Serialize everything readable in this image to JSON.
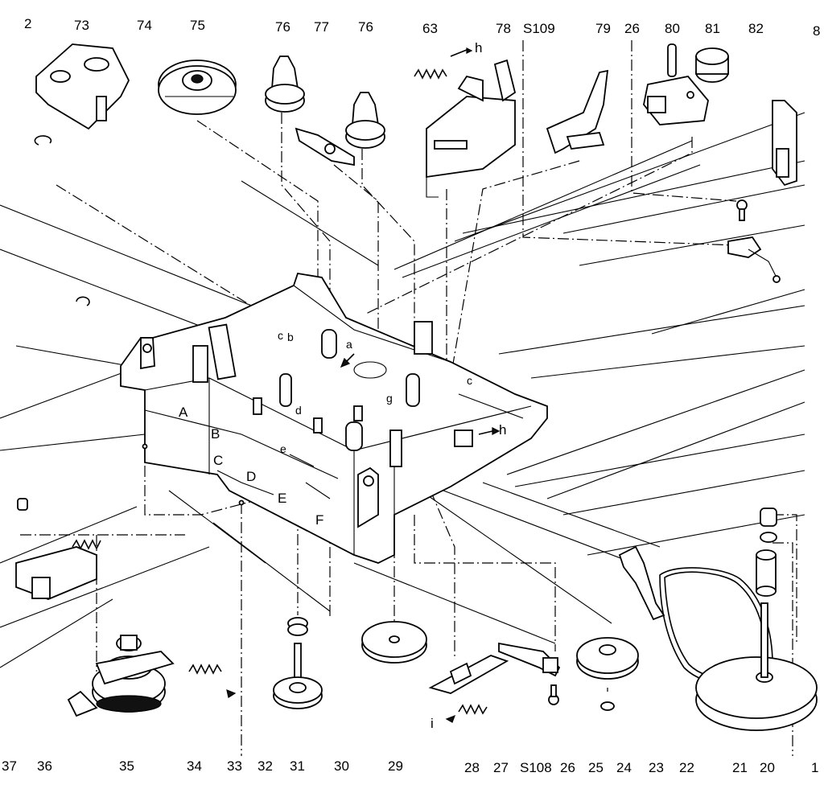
{
  "diagram": {
    "top_labels": [
      {
        "id": "z",
        "text": "2"
      },
      {
        "id": "73",
        "text": "73"
      },
      {
        "id": "74",
        "text": "74"
      },
      {
        "id": "75",
        "text": "75"
      },
      {
        "id": "76a",
        "text": "76"
      },
      {
        "id": "77",
        "text": "77"
      },
      {
        "id": "76b",
        "text": "76"
      },
      {
        "id": "63",
        "text": "63"
      },
      {
        "id": "78",
        "text": "78"
      },
      {
        "id": "s109",
        "text": "S109"
      },
      {
        "id": "79",
        "text": "79"
      },
      {
        "id": "26t",
        "text": "26"
      },
      {
        "id": "80",
        "text": "80"
      },
      {
        "id": "81",
        "text": "81"
      },
      {
        "id": "82",
        "text": "82"
      },
      {
        "id": "8",
        "text": "8"
      }
    ],
    "bottom_labels": [
      {
        "id": "37",
        "text": "37"
      },
      {
        "id": "36",
        "text": "36"
      },
      {
        "id": "35",
        "text": "35"
      },
      {
        "id": "34",
        "text": "34"
      },
      {
        "id": "33",
        "text": "33"
      },
      {
        "id": "32",
        "text": "32"
      },
      {
        "id": "31",
        "text": "31"
      },
      {
        "id": "30",
        "text": "30"
      },
      {
        "id": "29",
        "text": "29"
      },
      {
        "id": "28",
        "text": "28"
      },
      {
        "id": "27",
        "text": "27"
      },
      {
        "id": "s108",
        "text": "S108"
      },
      {
        "id": "26b",
        "text": "26"
      },
      {
        "id": "25",
        "text": "25"
      },
      {
        "id": "24",
        "text": "24"
      },
      {
        "id": "23",
        "text": "23"
      },
      {
        "id": "22",
        "text": "22"
      },
      {
        "id": "21",
        "text": "21"
      },
      {
        "id": "20",
        "text": "20"
      },
      {
        "id": "1",
        "text": "1"
      }
    ],
    "letter_markers": [
      {
        "id": "A",
        "text": "A"
      },
      {
        "id": "B",
        "text": "B"
      },
      {
        "id": "C",
        "text": "C"
      },
      {
        "id": "D",
        "text": "D"
      },
      {
        "id": "E",
        "text": "E"
      },
      {
        "id": "F",
        "text": "F"
      },
      {
        "id": "a",
        "text": "a"
      },
      {
        "id": "b",
        "text": "b"
      },
      {
        "id": "c1",
        "text": "c"
      },
      {
        "id": "c2",
        "text": "c"
      },
      {
        "id": "d",
        "text": "d"
      },
      {
        "id": "e",
        "text": "e"
      },
      {
        "id": "g",
        "text": "g"
      },
      {
        "id": "h1",
        "text": "h"
      },
      {
        "id": "h2",
        "text": "h"
      },
      {
        "id": "i",
        "text": "i"
      }
    ]
  }
}
